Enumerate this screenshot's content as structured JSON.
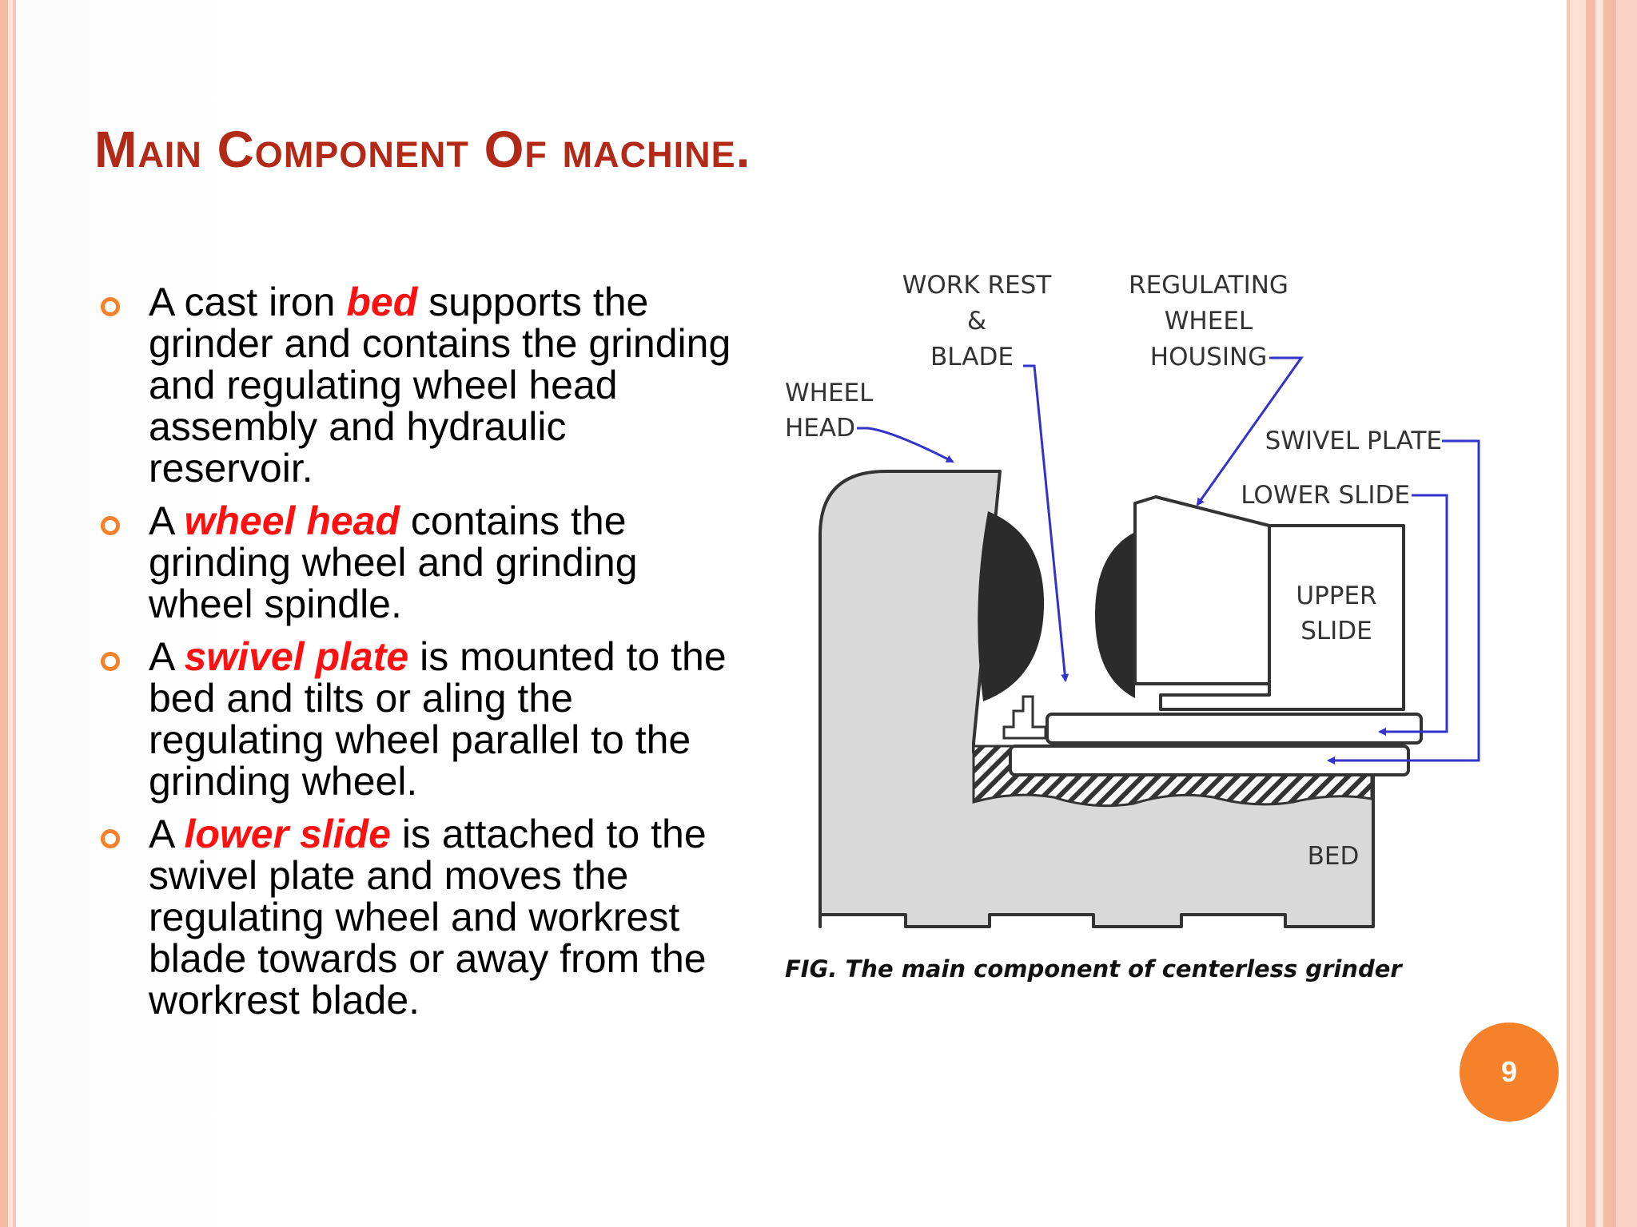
{
  "slide": {
    "title": "Main Component Of machine.",
    "bullets": [
      {
        "pre": "A cast iron ",
        "keyword": "bed",
        "post": " supports the grinder and contains the grinding and regulating wheel head assembly and hydraulic reservoir."
      },
      {
        "pre": "A ",
        "keyword": "wheel head",
        "post": " contains the grinding wheel and grinding wheel spindle."
      },
      {
        "pre": "A ",
        "keyword": "swivel plate",
        "post": " is mounted to the bed and tilts or aling the regulating wheel parallel to the grinding wheel."
      },
      {
        "pre": "A ",
        "keyword": "lower slide",
        "post": " is attached to the swivel plate and moves the regulating wheel and workrest blade towards or away from the workrest blade."
      }
    ],
    "figure": {
      "labels": {
        "work_rest_1": "WORK REST",
        "work_rest_2": "&",
        "work_rest_3": "BLADE",
        "regulating_1": "REGULATING",
        "regulating_2": "WHEEL",
        "regulating_3": "HOUSING",
        "wheel_head_1": "WHEEL",
        "wheel_head_2": "HEAD",
        "swivel_plate": "SWIVEL PLATE",
        "lower_slide": "LOWER SLIDE",
        "upper_slide_1": "UPPER",
        "upper_slide_2": "SLIDE",
        "bed": "BED"
      },
      "caption": "FIG. The main component of centerless grinder",
      "colors": {
        "machine_fill": "#d9d9d9",
        "outline": "#333333",
        "arrow": "#3333cc",
        "wheel": "#2b2b2b"
      }
    },
    "page_number": "9",
    "colors": {
      "title": "#b22a17",
      "keyword": "#ff1010",
      "accent": "#f5822a"
    }
  }
}
